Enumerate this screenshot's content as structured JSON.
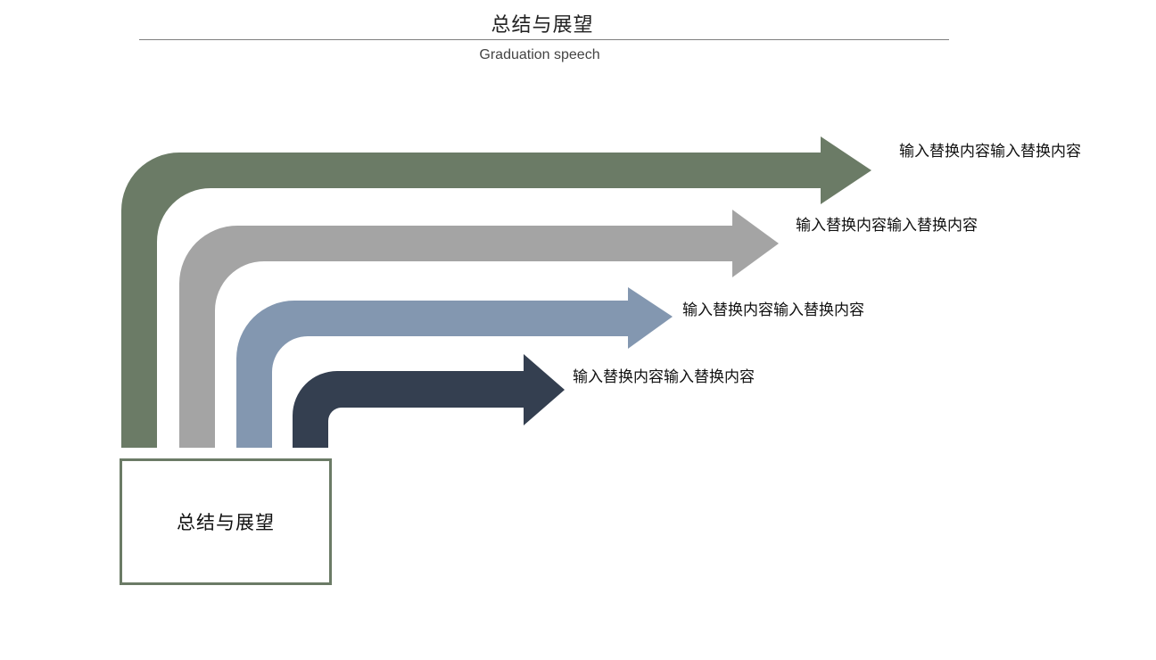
{
  "header": {
    "title": "总结与展望",
    "subtitle": "Graduation speech"
  },
  "source_box": {
    "label": "总结与展望",
    "border_color": "#6b7b66"
  },
  "arrows": [
    {
      "label": "输入替换内容输入替换内容",
      "color": "#6b7b66"
    },
    {
      "label": "输入替换内容输入替换内容",
      "color": "#a4a4a4"
    },
    {
      "label": "输入替换内容输入替换内容",
      "color": "#8397b0"
    },
    {
      "label": "输入替换内容输入替换内容",
      "color": "#343f50"
    }
  ]
}
